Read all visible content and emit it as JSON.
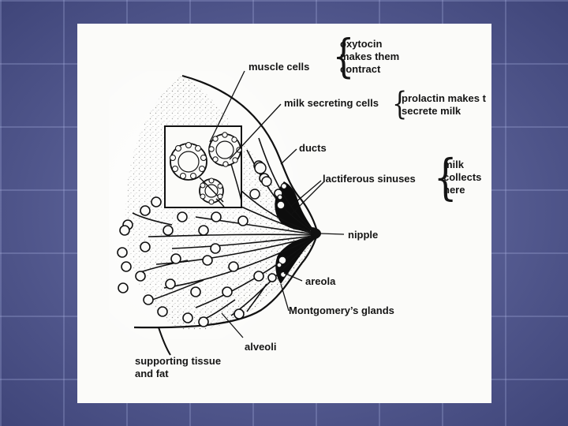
{
  "slide": {
    "background_color": "#545a8f",
    "panel_color": "#fbfbf9"
  },
  "diagram": {
    "labels": {
      "oxytocin": "oxytocin\nmakes them\ncontract",
      "muscle_cells": "muscle cells",
      "prolactin": "prolactin makes t\nsecrete milk",
      "milk_secreting": "milk secreting cells",
      "ducts": "ducts",
      "milk_collects": "milk\ncollects\nhere",
      "lactiferous": "lactiferous sinuses",
      "nipple": "nipple",
      "areola": "areola",
      "montgomery": "Montgomery’s glands",
      "alveoli": "alveoli",
      "supporting": "supporting tissue\nand fat"
    },
    "brace_glyph": "{"
  }
}
